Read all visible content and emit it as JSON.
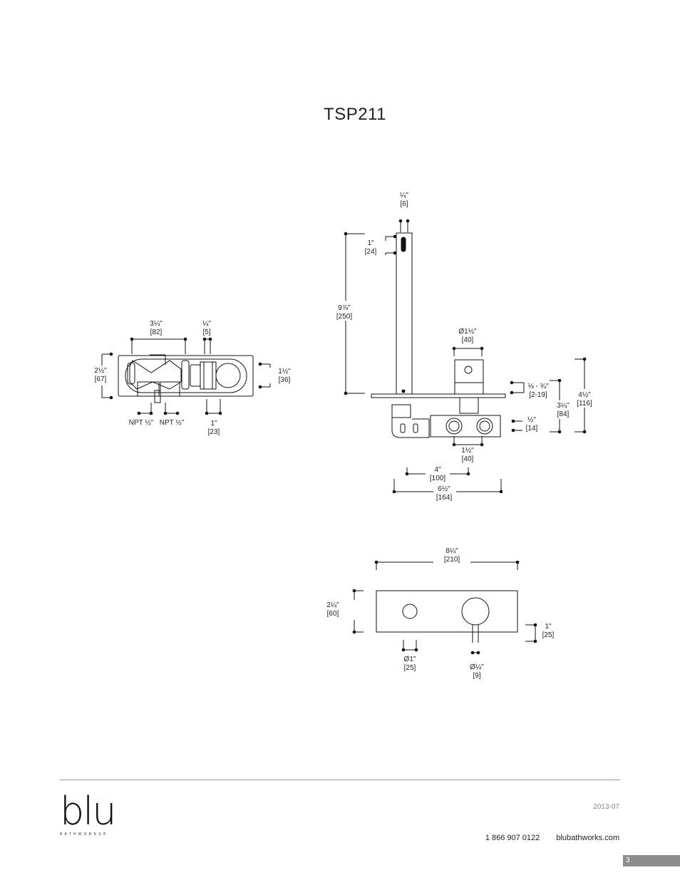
{
  "title": "TSP211",
  "plan_view": {
    "dims": [
      {
        "in": "3¼\"",
        "mm": "[82]"
      },
      {
        "in": "¼\"",
        "mm": "[5]"
      },
      {
        "in": "2½\"",
        "mm": "[67]"
      },
      {
        "in": "1½\"",
        "mm": "[36]"
      },
      {
        "in": "1\"",
        "mm": "[23]"
      }
    ],
    "npt_labels": [
      "NPT ½\"",
      "NPT ½\""
    ]
  },
  "side_view": {
    "dims": [
      {
        "in": "¼\"",
        "mm": "[6]"
      },
      {
        "in": "1\"",
        "mm": "[24]"
      },
      {
        "in": "9⅞\"",
        "mm": "[250]"
      },
      {
        "in": "Ø1½\"",
        "mm": "[40]"
      },
      {
        "in": "⅛ - ¾\"",
        "mm": "[2-19]"
      },
      {
        "in": "4½\"",
        "mm": "[116]"
      },
      {
        "in": "3¼\"",
        "mm": "[84]"
      },
      {
        "in": "½\"",
        "mm": "[14]"
      },
      {
        "in": "1½\"",
        "mm": "[40]"
      },
      {
        "in": "4\"",
        "mm": "[100]"
      },
      {
        "in": "6½\"",
        "mm": "[164]"
      }
    ]
  },
  "front_view": {
    "dims": [
      {
        "in": "8¼\"",
        "mm": "[210]"
      },
      {
        "in": "2¼\"",
        "mm": "[60]"
      },
      {
        "in": "1\"",
        "mm": "[25]"
      },
      {
        "in": "Ø1\"",
        "mm": "[25]"
      },
      {
        "in": "Ø¼\"",
        "mm": "[9]"
      }
    ]
  },
  "footer": {
    "logo_word": "blu",
    "logo_sub": "BATHWORKS®",
    "date": "2013-07",
    "phone": "1 866 907 0122",
    "website": "blubathworks.com",
    "page": "3"
  }
}
